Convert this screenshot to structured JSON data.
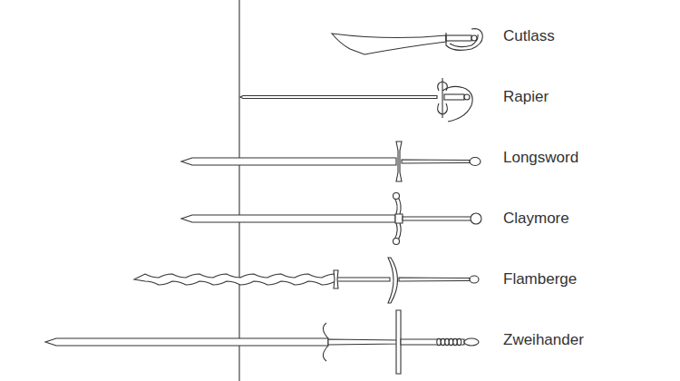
{
  "diagram": {
    "labels": [
      "Cutlass",
      "Rapier",
      "Longsword",
      "Claymore",
      "Flamberge",
      "Zweihander"
    ]
  }
}
